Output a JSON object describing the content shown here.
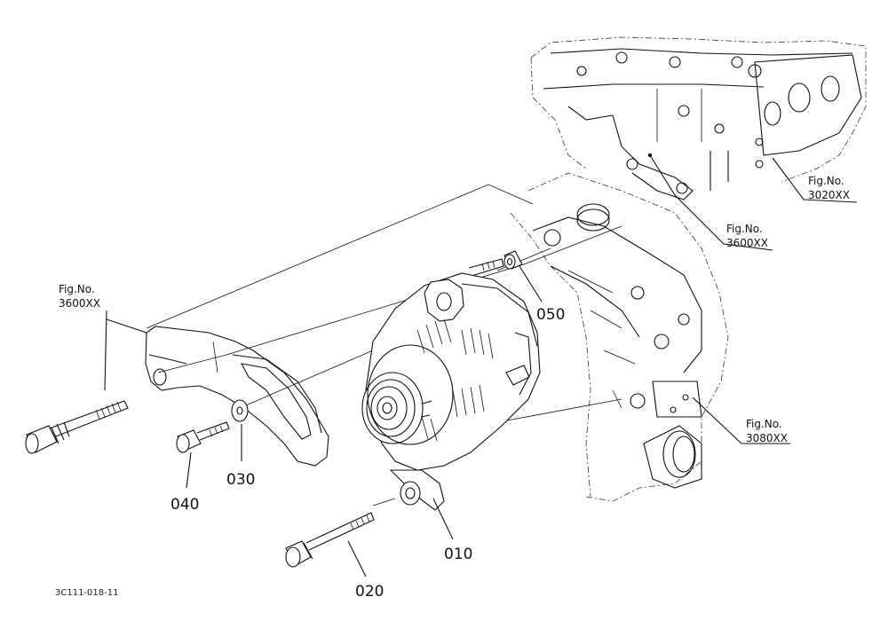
{
  "drawing_code": "3C111-018-11",
  "callouts": {
    "c010": "010",
    "c020": "020",
    "c030": "030",
    "c040": "040",
    "c050": "050"
  },
  "fig_refs": [
    {
      "line1": "Fig.No.",
      "line2": "3600XX"
    },
    {
      "line1": "Fig.No.",
      "line2": "3020XX"
    },
    {
      "line1": "Fig.No.",
      "line2": "3600XX"
    },
    {
      "line1": "Fig.No.",
      "line2": "3080XX"
    }
  ]
}
